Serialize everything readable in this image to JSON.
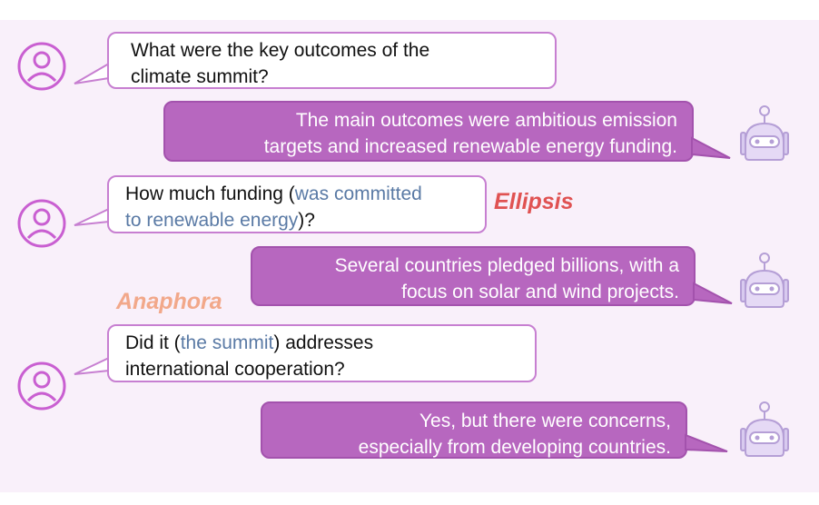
{
  "colors": {
    "panel_background": "#f9f0fa",
    "user_bubble_border": "#c77fd1",
    "bot_bubble_fill": "#b767bf",
    "highlight_text": "#5a7aa5",
    "ellipsis_label": "#e05252",
    "anaphora_label": "#f2a88a",
    "user_icon": "#c95fd1",
    "bot_icon": "#b59fd6"
  },
  "icons": {
    "user": "user-icon",
    "bot": "robot-icon"
  },
  "labels": {
    "ellipsis": "Ellipsis",
    "anaphora": "Anaphora"
  },
  "messages": [
    {
      "role": "user",
      "line1": "What were the key outcomes of the",
      "line2": "climate summit?"
    },
    {
      "role": "assistant",
      "line1": "The main outcomes were ambitious emission",
      "line2": "targets and increased renewable energy funding."
    },
    {
      "role": "user",
      "line1_before": "How much funding (",
      "line1_highlight": "was committed",
      "line2_highlight": "to renewable energy",
      "line2_after": ")?"
    },
    {
      "role": "assistant",
      "line1": "Several countries pledged billions, with a",
      "line2": "focus on solar and wind projects."
    },
    {
      "role": "user",
      "line1_before": "Did it (",
      "line1_highlight": "the summit",
      "line1_after": ") addresses",
      "line2": "international cooperation?"
    },
    {
      "role": "assistant",
      "line1": "Yes, but there were concerns,",
      "line2": "especially from developing countries."
    }
  ]
}
